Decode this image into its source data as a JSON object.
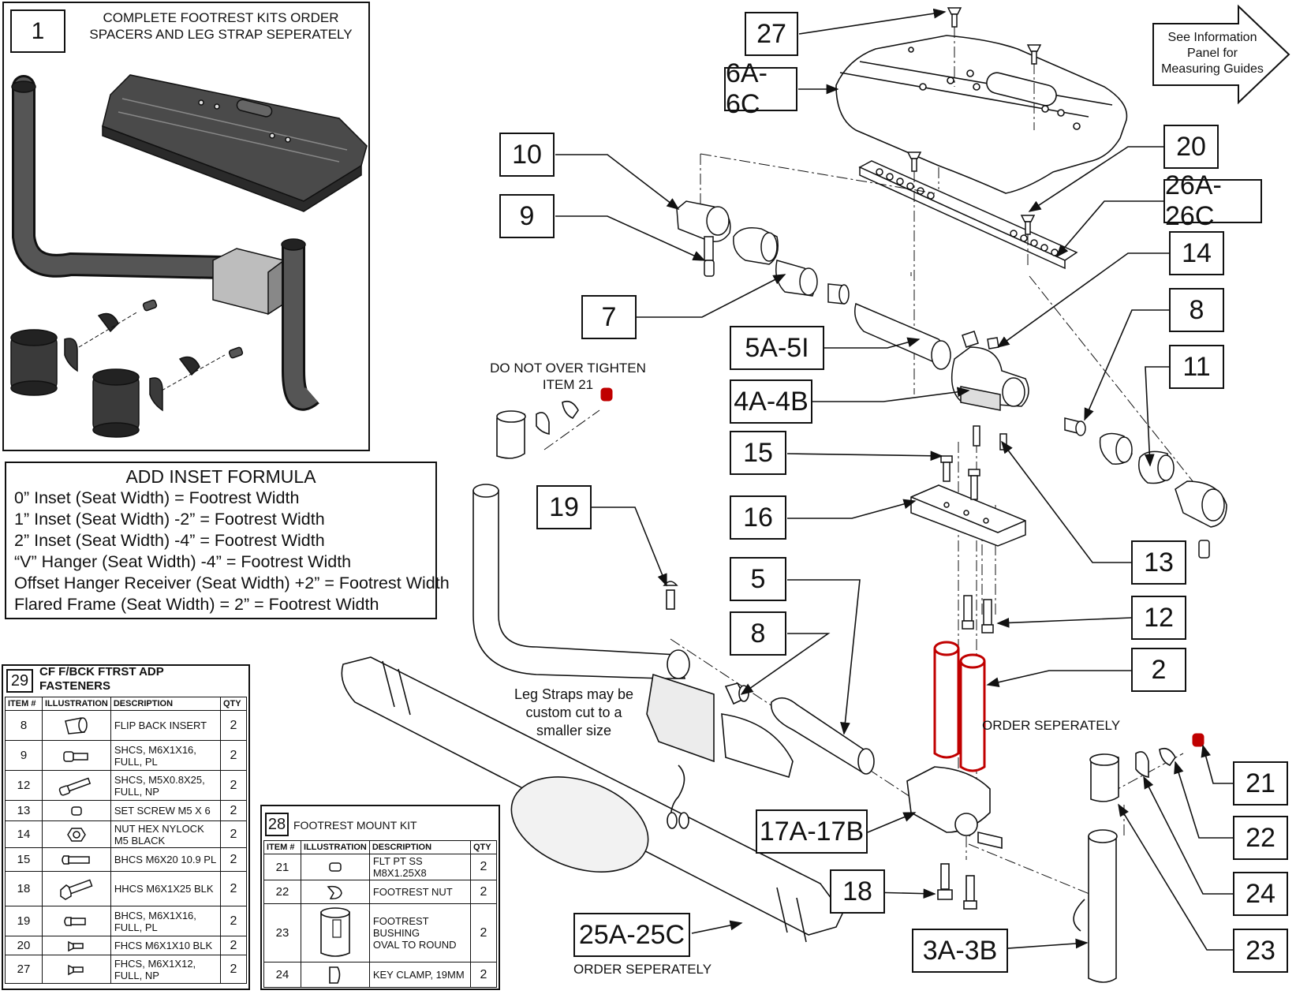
{
  "panel1": {
    "number": "1",
    "note_line1": "COMPLETE FOOTREST KITS ORDER",
    "note_line2": "SPACERS  AND LEG STRAP SEPERATELY"
  },
  "info_arrow": {
    "line1": "See Information",
    "line2": "Panel for",
    "line3": "Measuring Guides"
  },
  "inset_formula": {
    "title": "ADD INSET FORMULA",
    "lines": [
      "0” Inset (Seat Width) = Footrest Width",
      "1” Inset (Seat Width) -2” = Footrest Width",
      "2” Inset (Seat Width) -4” = Footrest Width",
      "“V” Hanger (Seat Width) -4” = Footrest Width",
      "Offset Hanger Receiver (Seat Width) +2” = Footrest Width",
      "Flared Frame (Seat Width) = 2” = Footrest Width"
    ]
  },
  "notes": {
    "do_not_over_tighten_1": "DO NOT OVER TIGHTEN",
    "do_not_over_tighten_2": "ITEM 21",
    "leg_straps_1": "Leg Straps may be",
    "leg_straps_2": "custom cut to a",
    "leg_straps_3": "smaller size",
    "order_sep_spacers": "ORDER SEPERATELY",
    "order_sep_strap": "ORDER SEPERATELY"
  },
  "callouts": {
    "c27": "27",
    "c6a6c": "6A-6C",
    "c10": "10",
    "c9": "9",
    "c20": "20",
    "c26a26c": "26A-26C",
    "c14": "14",
    "c7": "7",
    "c8a": "8",
    "c5a5i": "5A-5I",
    "c11": "11",
    "c4a4b": "4A-4B",
    "c15": "15",
    "c16": "16",
    "c13": "13",
    "c19": "19",
    "c5": "5",
    "c12": "12",
    "c8b": "8",
    "c2": "2",
    "c21": "21",
    "c17a17b": "17A-17B",
    "c22": "22",
    "c18": "18",
    "c24": "24",
    "c25a25c": "25A-25C",
    "c3a3b": "3A-3B",
    "c23": "23"
  },
  "table29": {
    "number": "29",
    "title_line1": "CF F/BCK FTRST ADP",
    "title_line2": "FASTENERS",
    "headers": [
      "ITEM #",
      "ILLUSTRATION",
      "DESCRIPTION",
      "QTY"
    ],
    "rows": [
      {
        "item": "8",
        "icon": "flip-back-insert-icon",
        "d1": "FLIP BACK INSERT",
        "d2": "",
        "qty": "2"
      },
      {
        "item": "9",
        "icon": "socket-head-screw-icon",
        "d1": "SHCS, M6X1X16,",
        "d2": "FULL, PL",
        "qty": "2"
      },
      {
        "item": "12",
        "icon": "long-socket-screw-icon",
        "d1": "SHCS, M5X0.8X25,",
        "d2": "FULL, NP",
        "qty": "2"
      },
      {
        "item": "13",
        "icon": "set-screw-icon",
        "d1": "SET SCREW M5 X 6",
        "d2": "",
        "qty": "2"
      },
      {
        "item": "14",
        "icon": "hex-nut-icon",
        "d1": "NUT HEX NYLOCK",
        "d2": "M5 BLACK",
        "qty": "2"
      },
      {
        "item": "15",
        "icon": "button-head-screw-icon",
        "d1": "BHCS M6X20 10.9 PL",
        "d2": "",
        "qty": "2"
      },
      {
        "item": "18",
        "icon": "hex-head-screw-icon",
        "d1": "HHCS M6X1X25 BLK",
        "d2": "",
        "qty": "2"
      },
      {
        "item": "19",
        "icon": "button-head-screw-icon",
        "d1": "BHCS, M6X1X16,",
        "d2": "FULL, PL",
        "qty": "2"
      },
      {
        "item": "20",
        "icon": "flat-head-screw-icon",
        "d1": "FHCS M6X1X10 BLK",
        "d2": "",
        "qty": "2"
      },
      {
        "item": "27",
        "icon": "flat-head-screw-icon",
        "d1": "FHCS, M6X1X12,",
        "d2": "FULL, NP",
        "qty": "2"
      }
    ]
  },
  "table28": {
    "number": "28",
    "title": "FOOTREST MOUNT KIT",
    "headers": [
      "ITEM #",
      "ILLUSTRATION",
      "DESCRIPTION",
      "QTY"
    ],
    "rows": [
      {
        "item": "21",
        "icon": "set-screw-icon",
        "d1": "FLT PT SS",
        "d2": "M8X1.25X8",
        "d3": "",
        "qty": "2"
      },
      {
        "item": "22",
        "icon": "footrest-nut-icon",
        "d1": "FOOTREST NUT",
        "d2": "",
        "d3": "",
        "qty": "2"
      },
      {
        "item": "23",
        "icon": "footrest-bushing-icon",
        "d1": "FOOTREST",
        "d2": "BUSHING",
        "d3": "OVAL TO ROUND",
        "qty": "2"
      },
      {
        "item": "24",
        "icon": "key-clamp-icon",
        "d1": "KEY CLAMP, 19MM",
        "d2": "",
        "d3": "",
        "qty": "2"
      }
    ]
  },
  "colors": {
    "line": "#111111",
    "highlight": "#c00000",
    "metal": "#3a3a3a",
    "light": "#ededed"
  }
}
